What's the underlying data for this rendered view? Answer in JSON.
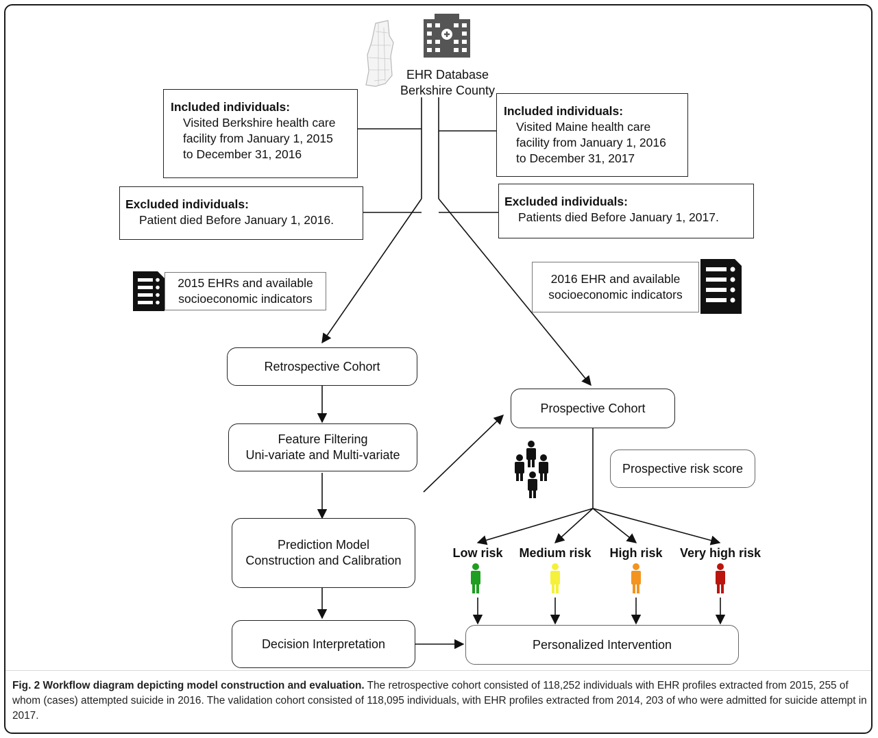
{
  "header": {
    "database_line1": "EHR Database",
    "database_line2": "Berkshire County"
  },
  "included_left": {
    "title": "Included individuals:",
    "lines": [
      "Visited Berkshire health care",
      "facility from January 1, 2015",
      "to December 31, 2016"
    ]
  },
  "included_right": {
    "title": "Included individuals:",
    "lines": [
      "Visited Maine health care",
      "facility from January 1, 2016",
      "to December 31, 2017"
    ]
  },
  "excluded_left": {
    "title": "Excluded individuals:",
    "body": "Patient died Before January 1, 2016."
  },
  "excluded_right": {
    "title": "Excluded individuals:",
    "body": "Patients died Before January 1, 2017."
  },
  "source_left": {
    "line1": "2015 EHRs and available",
    "line2": "socioeconomic indicators"
  },
  "source_right": {
    "line1": "2016 EHR and available",
    "line2": "socioeconomic indicators"
  },
  "steps": {
    "retrospective": "Retrospective Cohort",
    "feature_line1": "Feature Filtering",
    "feature_line2": "Uni-variate and Multi-variate",
    "prediction_line1": "Prediction Model",
    "prediction_line2": "Construction and Calibration",
    "decision": "Decision Interpretation",
    "prospective": "Prospective Cohort",
    "risk_score": "Prospective risk score",
    "intervention": "Personalized Intervention"
  },
  "risk_levels": [
    {
      "label": "Low risk",
      "color": "#1f9e1f"
    },
    {
      "label": "Medium risk",
      "color": "#f5f03a"
    },
    {
      "label": "High risk",
      "color": "#f2941f"
    },
    {
      "label": "Very high risk",
      "color": "#b8160e"
    }
  ],
  "icons": {
    "hospital": "hospital-building-icon",
    "map": "county-map-icon",
    "document": "ehr-document-icon",
    "people": "people-group-icon",
    "person": "person-icon"
  },
  "caption": {
    "lead": "Fig. 2 Workflow diagram depicting model construction and evaluation.",
    "text": " The retrospective cohort consisted of 118,252 individuals with EHR profiles extracted from 2015, 255 of whom (cases) attempted suicide in 2016. The validation cohort consisted of 118,095 individuals, with EHR profiles extracted from 2014, 203 of who were admitted for suicide attempt in 2017."
  }
}
